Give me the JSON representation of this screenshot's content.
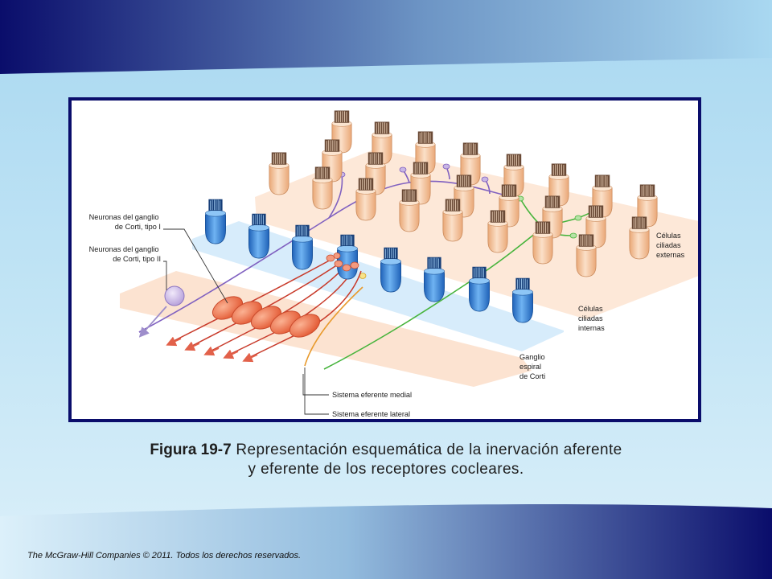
{
  "colors": {
    "brand_navy": "#0a0d6b",
    "outer_hair_cell": "#f6c9a3",
    "inner_hair_cell": "#3d8ee0",
    "type1_neuron": "#ef6b45",
    "type2_neuron": "#c9b6e4",
    "medial_efferent": "#47b43c",
    "lateral_efferent": "#e89a2c",
    "type2_fiber": "#8061c0",
    "type1_fiber": "#c83a2a"
  },
  "figure": {
    "labels": {
      "type1": [
        "Neuronas del ganglio",
        "de Corti, tipo I"
      ],
      "type2": [
        "Neuronas del ganglio",
        "de Corti, tipo II"
      ],
      "outer_cells": [
        "Células",
        "ciliadas",
        "externas"
      ],
      "inner_cells": [
        "Células",
        "ciliadas",
        "internas"
      ],
      "spiral_ganglion": [
        "Ganglio",
        "espiral",
        "de Corti"
      ],
      "medial_efferent": "Sistema eferente medial",
      "lateral_efferent": "Sistema eferente lateral"
    }
  },
  "caption": {
    "figure_number": "Figura 19-7",
    "line1": "Representación esquemática de la inervación aferente",
    "line2": "y eferente de los receptores cocleares."
  },
  "footer": {
    "copyright": "The McGraw-Hill Companies © 2011. Todos los derechos reservados."
  }
}
